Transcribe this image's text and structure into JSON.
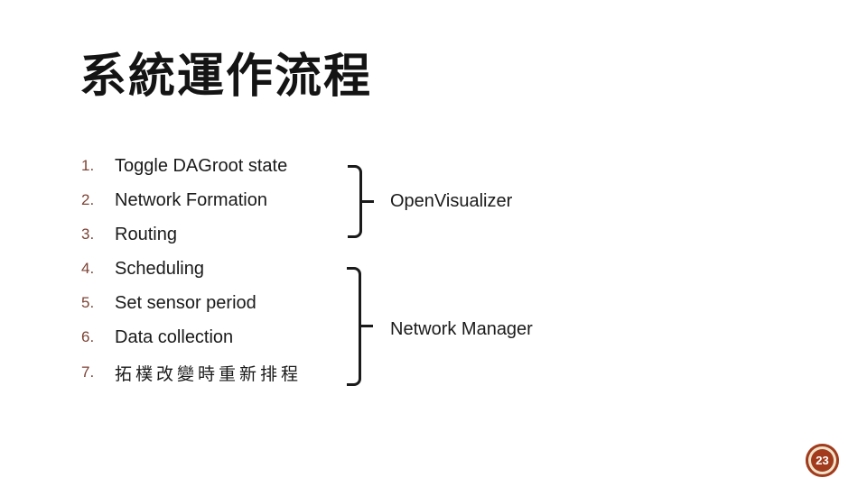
{
  "slide": {
    "title": "系統運作流程",
    "page_badge": "23"
  },
  "list": {
    "items": [
      {
        "num": "1.",
        "text": "Toggle DAGroot state"
      },
      {
        "num": "2.",
        "text": "Network Formation"
      },
      {
        "num": "3.",
        "text": "Routing"
      },
      {
        "num": "4.",
        "text": "Scheduling"
      },
      {
        "num": "5.",
        "text": "Set sensor period"
      },
      {
        "num": "6.",
        "text": "Data collection"
      },
      {
        "num": "7.",
        "text": "拓樸改變時重新排程"
      }
    ]
  },
  "groups": {
    "group1": {
      "label": "OpenVisualizer",
      "covers_items": "1-3"
    },
    "group2": {
      "label": "Network Manager",
      "covers_items": "4-7"
    }
  },
  "colors": {
    "list_number": "#7d4335",
    "body_text": "#1a1a1a",
    "bracket": "#1a1a1a",
    "badge_fill": "#a23b1d",
    "badge_ring": "#efe4cb",
    "badge_text": "#ffffff",
    "background": "#ffffff"
  }
}
